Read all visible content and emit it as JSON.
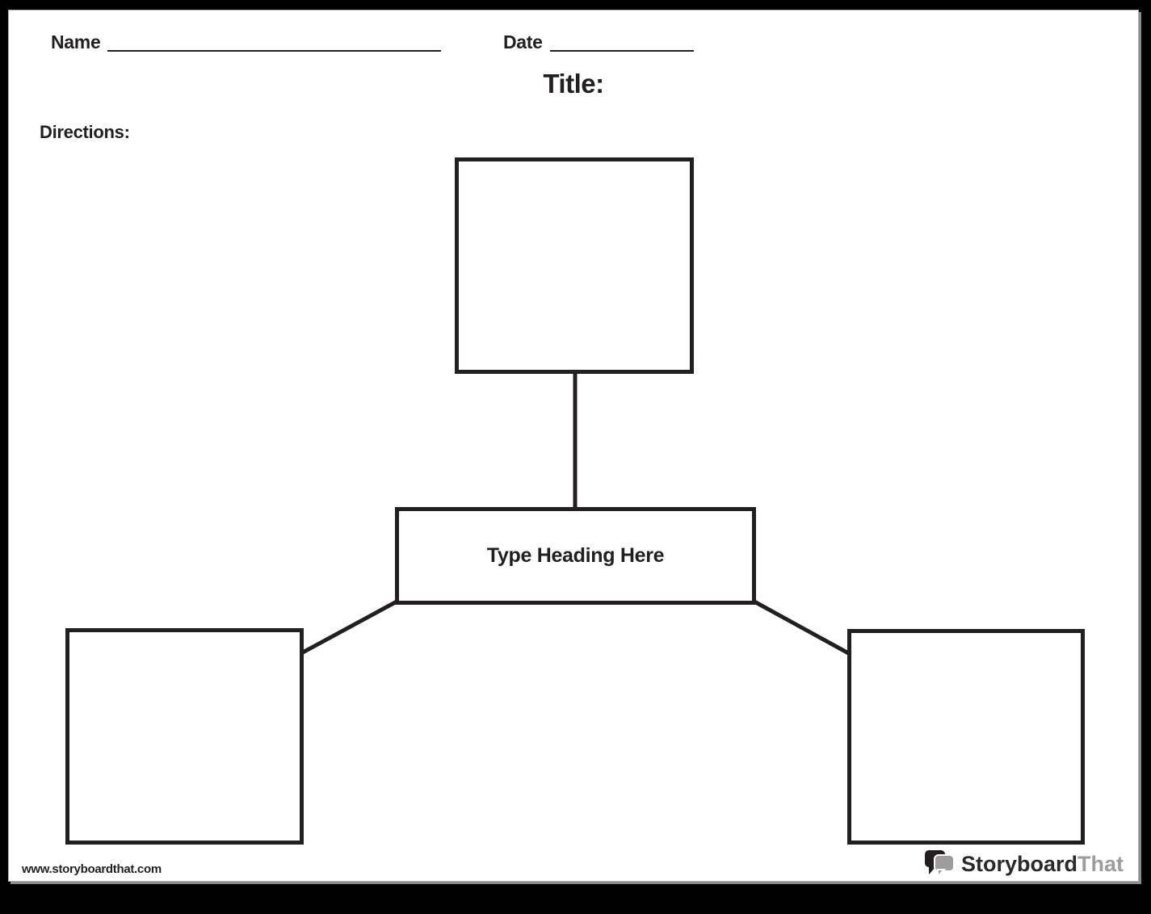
{
  "worksheet": {
    "name_field": {
      "label": "Name"
    },
    "date_field": {
      "label": "Date"
    },
    "title": "Title:",
    "directions": "Directions:",
    "spider_map": {
      "heading_placeholder": "Type Heading Here"
    },
    "footer": {
      "website": "www.storyboardthat.com",
      "brand": {
        "icon": "speech-bubbles-icon",
        "primary": "Storyboard",
        "secondary": "That"
      }
    },
    "colors": {
      "ink": "#231f20",
      "brand_gray": "#9d9d9d",
      "page_background": "#ffffff",
      "backdrop": "#000000"
    }
  }
}
